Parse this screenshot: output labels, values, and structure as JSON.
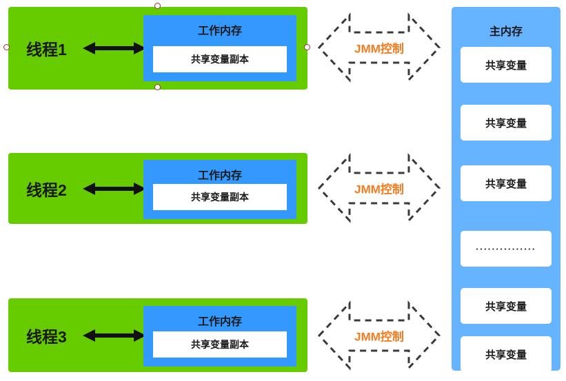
{
  "diagram": {
    "title": "Java Memory Model (JMM) Diagram",
    "colors": {
      "thread_green": "#66CC00",
      "working_memory_blue": "#3399FF",
      "main_memory_blue": "#66B3FF",
      "jmm_text_orange": "#F57C1F",
      "jmm_border_gray": "#3A3A3A",
      "box_white": "#FFFFFF",
      "text_dark": "#1A1A1A",
      "handle_border": "#993333"
    },
    "threads": [
      {
        "label": "线程1",
        "arrow_icon": "double-headed-arrow",
        "working_memory": {
          "title": "工作内存",
          "variable_copy": "共享变量副本"
        },
        "selected": true
      },
      {
        "label": "线程2",
        "arrow_icon": "double-headed-arrow",
        "working_memory": {
          "title": "工作内存",
          "variable_copy": "共享变量副本"
        },
        "selected": false
      },
      {
        "label": "线程3",
        "arrow_icon": "double-headed-arrow",
        "working_memory": {
          "title": "工作内存",
          "variable_copy": "共享变量副本"
        },
        "selected": false
      }
    ],
    "jmm_arrows": [
      {
        "label": "JMM控制",
        "icon": "dashed-double-arrow-icon"
      },
      {
        "label": "JMM控制",
        "icon": "dashed-double-arrow-icon"
      },
      {
        "label": "JMM控制",
        "icon": "dashed-double-arrow-icon"
      }
    ],
    "main_memory": {
      "title": "主内存",
      "slots": [
        {
          "label": "共享变量",
          "kind": "variable"
        },
        {
          "label": "共享变量",
          "kind": "variable"
        },
        {
          "label": "共享变量",
          "kind": "variable"
        },
        {
          "label": "···············",
          "kind": "ellipsis"
        },
        {
          "label": "共享变量",
          "kind": "variable"
        },
        {
          "label": "共享变量",
          "kind": "variable"
        }
      ]
    }
  }
}
